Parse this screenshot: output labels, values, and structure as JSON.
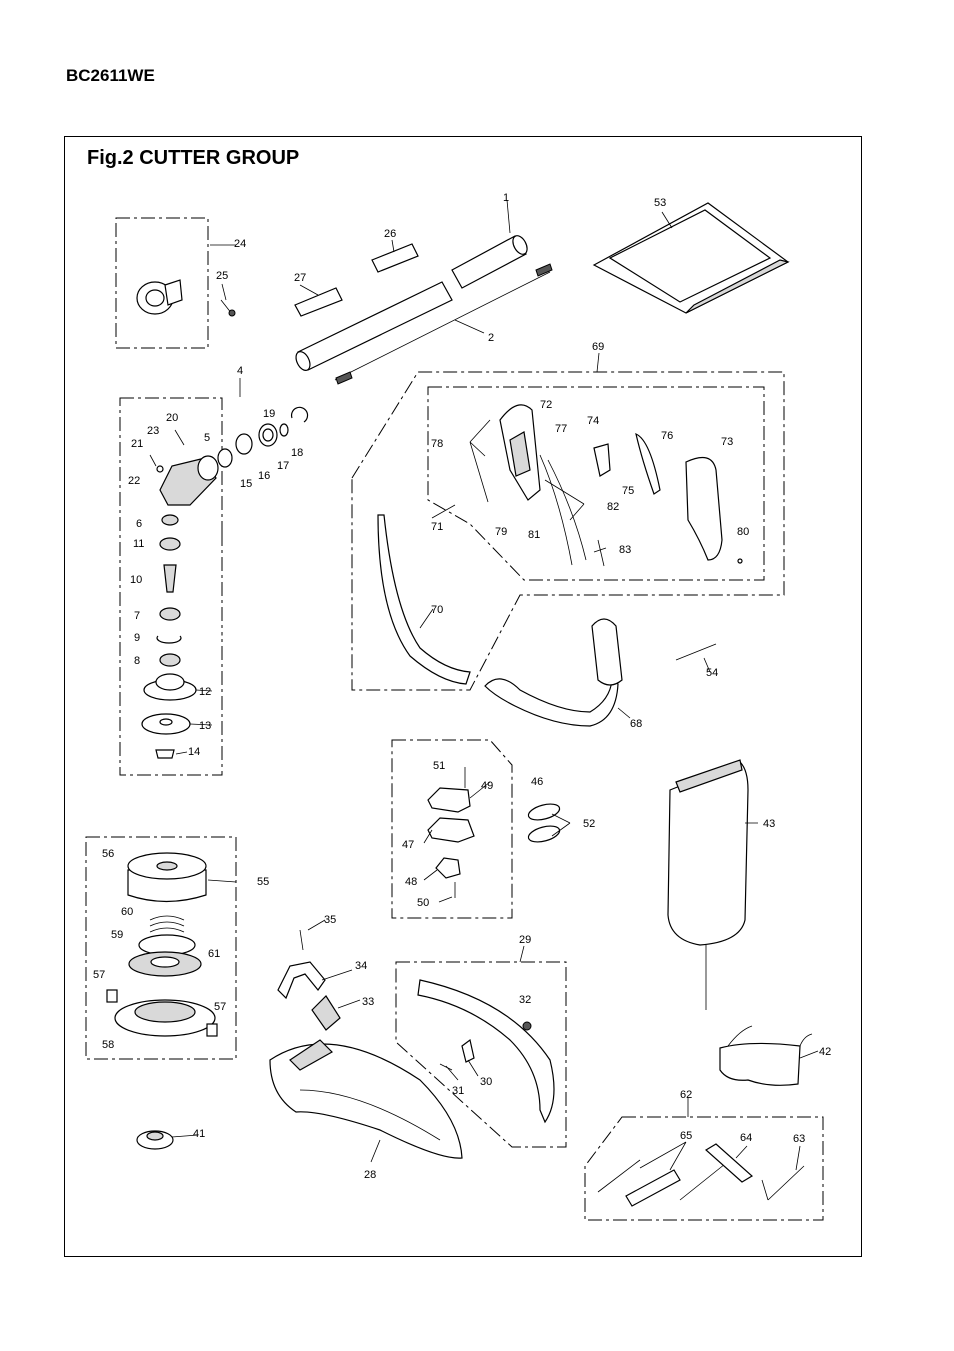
{
  "header": {
    "model": "BC2611WE"
  },
  "figure": {
    "title": "Fig.2  CUTTER GROUP"
  },
  "callouts": {
    "c1": "1",
    "c2": "2",
    "c4": "4",
    "c5": "5",
    "c6": "6",
    "c7": "7",
    "c8": "8",
    "c9": "9",
    "c10": "10",
    "c11": "11",
    "c12": "12",
    "c13": "13",
    "c14": "14",
    "c15": "15",
    "c16": "16",
    "c17": "17",
    "c18": "18",
    "c19": "19",
    "c20": "20",
    "c21": "21",
    "c22": "22",
    "c23": "23",
    "c24": "24",
    "c25": "25",
    "c26": "26",
    "c27": "27",
    "c28": "28",
    "c29": "29",
    "c30": "30",
    "c31": "31",
    "c32": "32",
    "c33": "33",
    "c34": "34",
    "c35": "35",
    "c41": "41",
    "c42": "42",
    "c43": "43",
    "c46": "46",
    "c47": "47",
    "c48": "48",
    "c49": "49",
    "c50": "50",
    "c51": "51",
    "c52": "52",
    "c53": "53",
    "c54": "54",
    "c55": "55",
    "c56": "56",
    "c57a": "57",
    "c57b": "57",
    "c58": "58",
    "c59": "59",
    "c60": "60",
    "c61": "61",
    "c62": "62",
    "c63": "63",
    "c64": "64",
    "c65": "65",
    "c68": "68",
    "c69": "69",
    "c70": "70",
    "c71": "71",
    "c72": "72",
    "c73": "73",
    "c74": "74",
    "c75": "75",
    "c76": "76",
    "c77": "77",
    "c78": "78",
    "c79": "79",
    "c80": "80",
    "c81": "81",
    "c82": "82",
    "c83": "83"
  }
}
